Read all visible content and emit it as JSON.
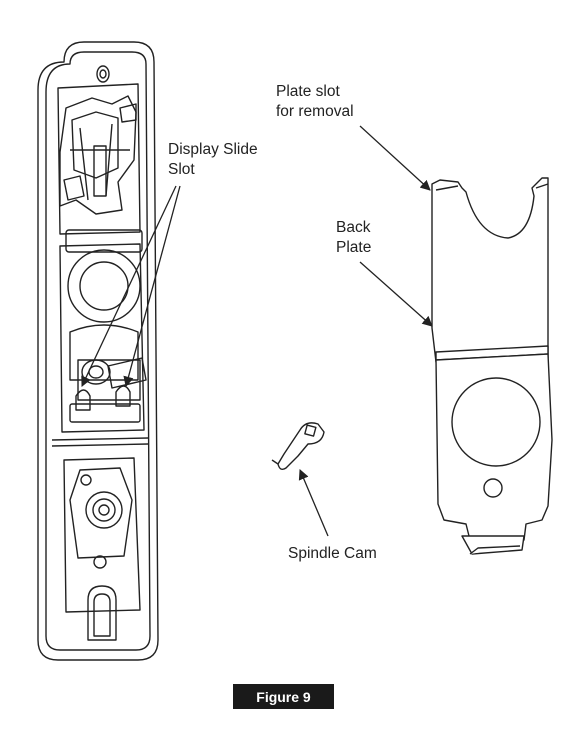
{
  "callouts": {
    "plate_slot": [
      "Plate slot",
      "for removal"
    ],
    "display_slide_slot": [
      "Display Slide",
      "Slot"
    ],
    "back_plate": [
      "Back",
      "Plate"
    ],
    "spindle_cam": "Spindle Cam"
  },
  "caption": "Figure 9",
  "colors": {
    "line": "#222222",
    "caption_bg": "#1a1a1a",
    "caption_text": "#ffffff"
  }
}
